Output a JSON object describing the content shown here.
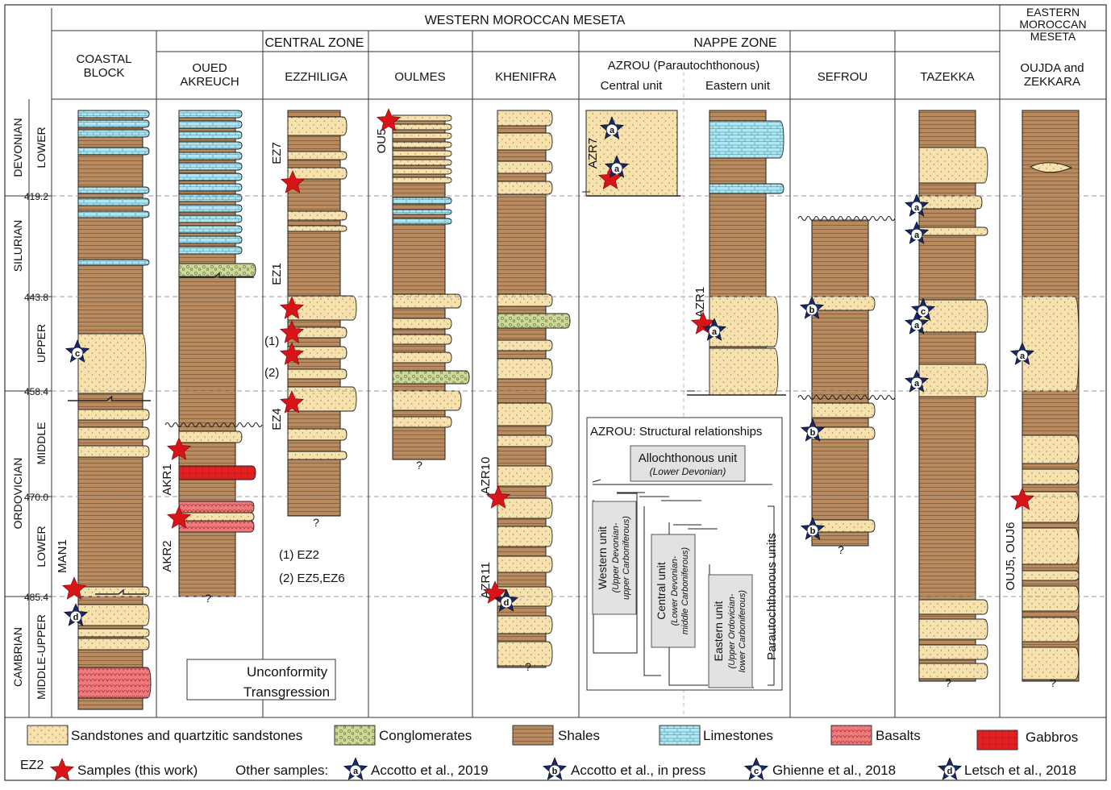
{
  "header": {
    "western": "WESTERN MOROCCAN MESETA",
    "central_zone": "CENTRAL ZONE",
    "nappe_zone": "NAPPE ZONE",
    "eastern": [
      "EASTERN",
      "MOROCCAN",
      "MESETA"
    ]
  },
  "columns": {
    "coastal": [
      "COASTAL",
      "BLOCK"
    ],
    "oued": [
      "OUED",
      "AKREUCH"
    ],
    "ezzhiliga": "EZZHILIGA",
    "oulmes": "OULMES",
    "khenifra": "KHENIFRA",
    "azrou": "AZROU (Parautochthonous)",
    "azrou_central": "Central unit",
    "azrou_eastern": "Eastern unit",
    "sefrou": "SEFROU",
    "tazekka": "TAZEKKA",
    "oujda": [
      "OUJDA and",
      "ZEKKARA"
    ]
  },
  "periods": [
    "DEVONIAN",
    "SILURIAN",
    "ORDOVICIAN",
    "CAMBRIAN"
  ],
  "epochs": [
    "LOWER",
    "UPPER",
    "MIDDLE",
    "LOWER",
    "MIDDLE-UPPER"
  ],
  "ages": [
    "419.2",
    "443.8",
    "458.4",
    "470.0",
    "485.4"
  ],
  "samples": {
    "EZ7": "EZ7",
    "EZ1": "EZ1",
    "EZ4": "EZ4",
    "OU5": "OU5",
    "AKR1": "AKR1",
    "AKR2": "AKR2",
    "MAN1": "MAN1",
    "AZR7": "AZR7",
    "AZR1": "AZR1",
    "AZR10": "AZR10",
    "AZR11": "AZR11",
    "OUJ": "OUJ5, OUJ6",
    "m1": "(1)",
    "m2": "(2)"
  },
  "notes": [
    "(1) EZ2",
    "(2) EZ5,EZ6"
  ],
  "question": "?",
  "inset": {
    "title": "AZROU: Structural relationships",
    "allo": "Allochthonous unit",
    "allo_sub": "(Lower Devonian)",
    "western": [
      "Western unit",
      "(Upper Devonian-",
      "upper Carboniferous)"
    ],
    "central": [
      "Central unit",
      "(Lower Devonian-",
      "middle Carboniferous)"
    ],
    "eastern": [
      "Eastern unit",
      "(Upper Ordovician-",
      "lower Carboniferous)"
    ],
    "para": "Parautochthonous units"
  },
  "key": {
    "unconformity": "Unconformity",
    "transgression": "Transgression"
  },
  "legend": {
    "sandstone": "Sandstones and quartzitic sandstones",
    "conglomerate": "Conglomerates",
    "shale": "Shales",
    "limestone": "Limestones",
    "basalt": "Basalts",
    "gabbro": "Gabbros",
    "ez2": "EZ2",
    "samples": "Samples (this work)",
    "other": "Other samples:",
    "a": "Accotto et al., 2019",
    "b": "Accotto et al., in press",
    "c": "Ghienne et al., 2018",
    "d": "Letsch et al., 2018"
  },
  "marker_letters": {
    "a": "a",
    "b": "b",
    "c": "c",
    "d": "d"
  },
  "colors": {
    "sand": "#f7e2ae",
    "shale": "#b78a5f",
    "lime": "#aee6f2",
    "cong": "#cbd89a",
    "basalt": "#ee7a7c",
    "gabbro": "#e02020",
    "star_red": "#d81418",
    "star_blue": "#17296c"
  }
}
